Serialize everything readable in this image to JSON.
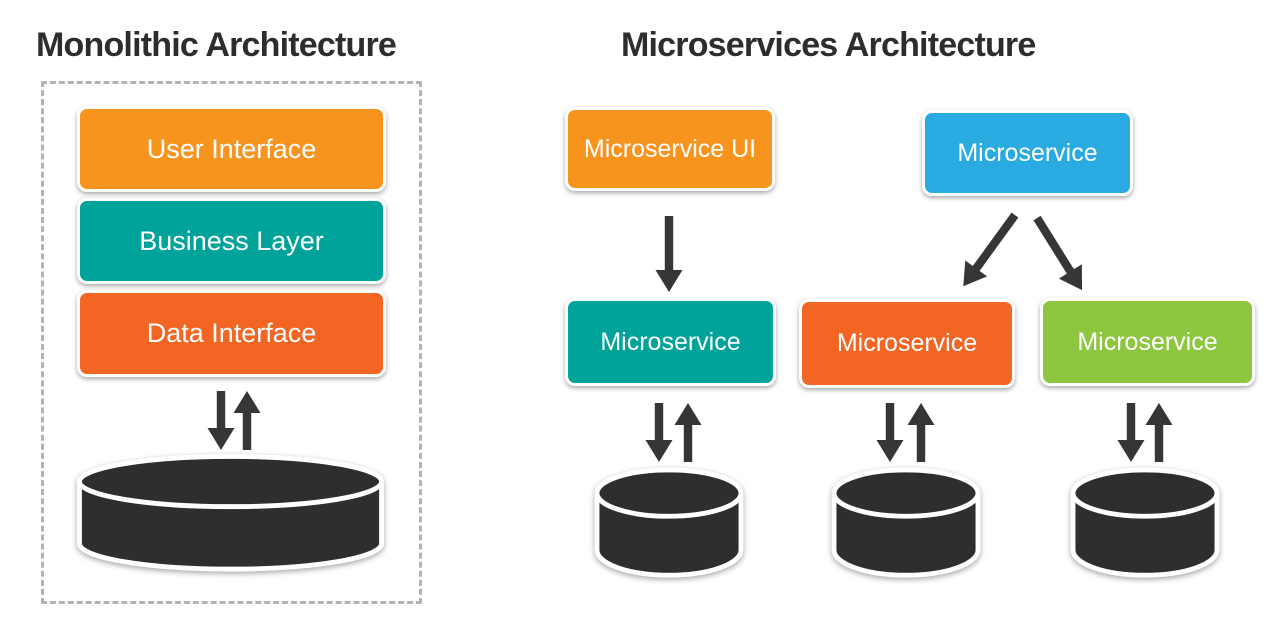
{
  "left": {
    "title": "Monolithic Architecture",
    "layers": [
      {
        "label": "User Interface",
        "color": "#F7941E"
      },
      {
        "label": "Business Layer",
        "color": "#00A39A"
      },
      {
        "label": "Data Interface",
        "color": "#F26522"
      }
    ],
    "database_icon": "database-cylinder"
  },
  "right": {
    "title": "Microservices Architecture",
    "top": [
      {
        "label": "Microservice UI",
        "color": "#F7941E"
      },
      {
        "label": "Microservice",
        "color": "#29ABE2"
      }
    ],
    "mid": [
      {
        "label": "Microservice",
        "color": "#00A39A"
      },
      {
        "label": "Microservice",
        "color": "#F26522"
      },
      {
        "label": "Microservice",
        "color": "#8DC63F"
      }
    ],
    "database_icon": "database-cylinder"
  },
  "colors": {
    "arrow": "#363636",
    "database": "#2E2E2E",
    "dashed_border": "#B3B3B3",
    "title_text": "#2D2D2D",
    "box_text": "#FFFFFF"
  }
}
